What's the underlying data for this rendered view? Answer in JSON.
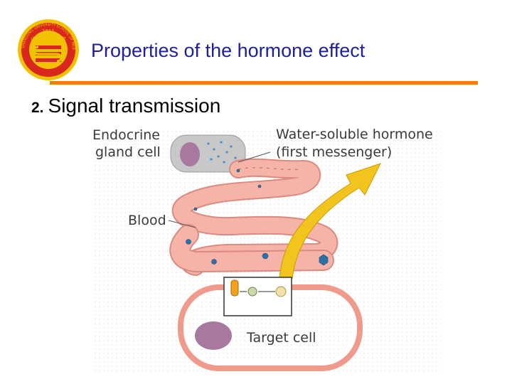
{
  "slide": {
    "title": "Properties of the hormone effect",
    "section_number": "2.",
    "section_title": "Signal transmission"
  },
  "logo": {
    "year": "1911",
    "motto": "山东大学医学院",
    "ring_text": "SHANDONG UNIVERSITY SCHOOL OF MEDICINE",
    "colors": {
      "ring": "#d9271d",
      "gold": "#f2c200"
    }
  },
  "diagram": {
    "labels": {
      "endocrine_line1": "Endocrine",
      "endocrine_line2": "gland cell",
      "hormone_line1": "Water-soluble hormone",
      "hormone_line2": "(first messenger)",
      "blood": "Blood",
      "target": "Target cell"
    },
    "colors": {
      "blood_vessel": "#f6b4a8",
      "blood_outline": "#d98b7f",
      "arrow": "#f3c41d",
      "target_membrane": "#f09a8c",
      "nucleus": "#a8789f"
    }
  },
  "colors": {
    "title": "#1f1f9e",
    "rule": "#f07c1d"
  }
}
